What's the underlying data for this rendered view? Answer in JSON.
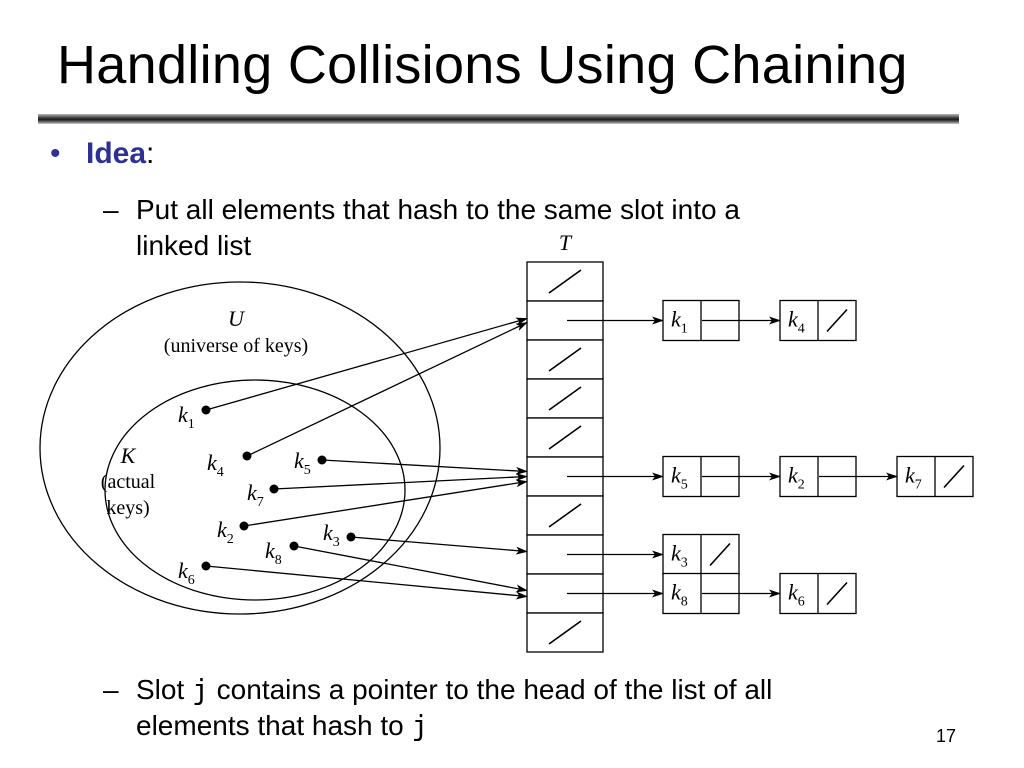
{
  "slide": {
    "title": "Handling Collisions Using Chaining",
    "bullet": {
      "keyword": "Idea",
      "colon": ":"
    },
    "sub1": {
      "line1": "Put all elements that hash to the same slot into a",
      "line2": "linked list"
    },
    "sub2": {
      "line1_pre": "Slot ",
      "j": "j",
      "line1_post": " contains a pointer to the head of the list of all",
      "line2_pre": "elements that hash to ",
      "j2": "j"
    },
    "page_number": "17"
  },
  "diagram": {
    "table_label": "T",
    "universe": {
      "symbol": "U",
      "caption": "(universe of keys)"
    },
    "actual": {
      "symbol": "K",
      "caption_line1": "(actual",
      "caption_line2": "keys)"
    },
    "keys": [
      {
        "id": "k1",
        "main": "k",
        "sub": "1"
      },
      {
        "id": "k4",
        "main": "k",
        "sub": "4"
      },
      {
        "id": "k5",
        "main": "k",
        "sub": "5"
      },
      {
        "id": "k7",
        "main": "k",
        "sub": "7"
      },
      {
        "id": "k2",
        "main": "k",
        "sub": "2"
      },
      {
        "id": "k3",
        "main": "k",
        "sub": "3"
      },
      {
        "id": "k8",
        "main": "k",
        "sub": "8"
      },
      {
        "id": "k6",
        "main": "k",
        "sub": "6"
      }
    ],
    "table_slots": [
      {
        "slot": 0,
        "empty": true
      },
      {
        "slot": 1,
        "chain": [
          "k1",
          "k4"
        ]
      },
      {
        "slot": 2,
        "empty": true
      },
      {
        "slot": 3,
        "empty": true
      },
      {
        "slot": 4,
        "empty": true
      },
      {
        "slot": 5,
        "chain": [
          "k5",
          "k2",
          "k7"
        ]
      },
      {
        "slot": 6,
        "empty": true
      },
      {
        "slot": 7,
        "chain": [
          "k3"
        ]
      },
      {
        "slot": 8,
        "chain": [
          "k8",
          "k6"
        ]
      },
      {
        "slot": 9,
        "empty": true
      }
    ],
    "hash_map": {
      "k1": 1,
      "k4": 1,
      "k5": 5,
      "k7": 5,
      "k2": 5,
      "k3": 7,
      "k8": 8,
      "k6": 8
    }
  }
}
